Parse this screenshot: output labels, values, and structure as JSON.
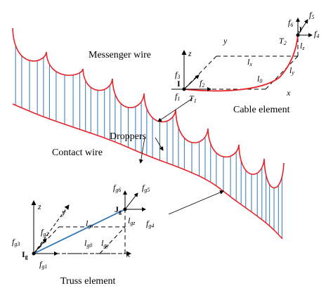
{
  "captions": {
    "messenger_wire": "Messenger wire",
    "contact_wire": "Contact wire",
    "droppers": "Droppers",
    "cable_element": "Cable element",
    "truss_element": "Truss element"
  },
  "cable": {
    "axes": {
      "x": "x",
      "y": "y",
      "z": "z"
    },
    "nodes": {
      "start": "I",
      "end": "J"
    },
    "dims": {
      "lx": "l",
      "lx_sub": "x",
      "ly": "l",
      "ly_sub": "y",
      "lz": "l",
      "lz_sub": "z",
      "l0": "l",
      "l0_sub": "0"
    },
    "tensions": {
      "t1": "T",
      "t1_sub": "1",
      "t2": "T",
      "t2_sub": "2"
    },
    "forces": {
      "f": "f",
      "s1": "1",
      "s2": "2",
      "s3": "3",
      "s4": "4",
      "s5": "5",
      "s6": "6"
    }
  },
  "truss": {
    "axes": {
      "x": "x",
      "y": "y",
      "z": "z"
    },
    "nodes": {
      "start": "I",
      "start_sub": "g",
      "end": "J",
      "end_sub": "g"
    },
    "dims": {
      "l": "l",
      "gx": "gx",
      "gy": "gy",
      "gz": "gz",
      "g0": "g0"
    },
    "forces": {
      "f": "f",
      "g1": "g1",
      "g2": "g2",
      "g3": "g3",
      "g4": "g4",
      "g5": "g5",
      "g6": "g6"
    }
  },
  "colors": {
    "wire": "#e8242a",
    "dropper": "#2e75b6",
    "truss_line": "#2e75b6",
    "ink": "#000000"
  }
}
